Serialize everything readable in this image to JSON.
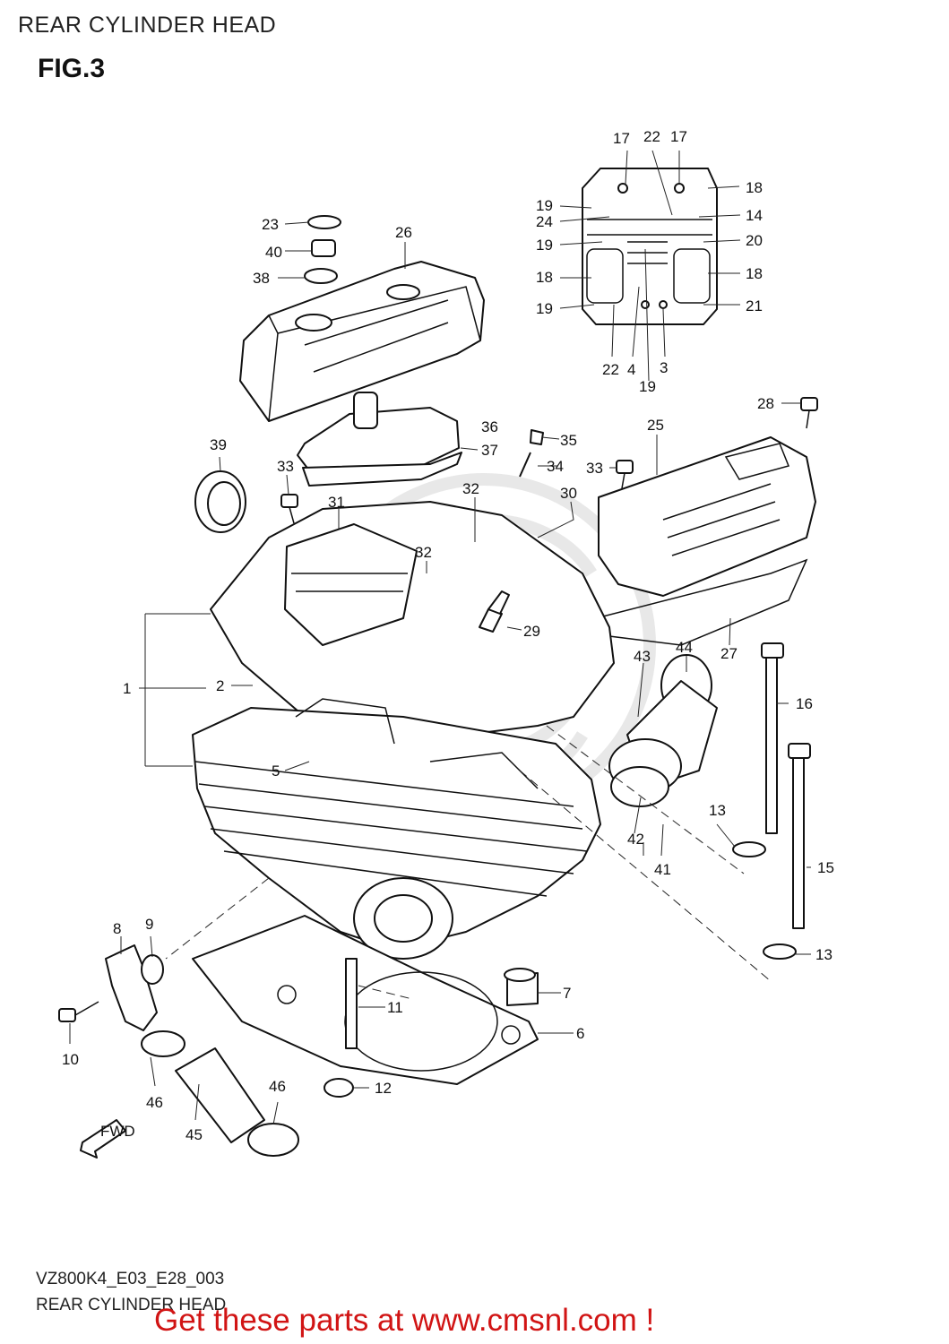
{
  "header": {
    "title": "REAR CYLINDER HEAD",
    "figure": "FIG.3"
  },
  "diagram": {
    "fwd_marker": "FWD",
    "callouts": [
      "17",
      "22",
      "17",
      "18",
      "19",
      "24",
      "14",
      "19",
      "20",
      "18",
      "18",
      "19",
      "21",
      "22",
      "4",
      "3",
      "19",
      "23",
      "40",
      "38",
      "26",
      "28",
      "36",
      "35",
      "37",
      "25",
      "39",
      "33",
      "34",
      "33",
      "32",
      "30",
      "31",
      "32",
      "29",
      "43",
      "44",
      "27",
      "1",
      "2",
      "16",
      "5",
      "13",
      "42",
      "41",
      "15",
      "8",
      "9",
      "13",
      "7",
      "11",
      "6",
      "10",
      "46",
      "12",
      "46",
      "45"
    ]
  },
  "footer": {
    "code": "VZ800K4_E03_E28_003",
    "title": "REAR CYLINDER HEAD",
    "promo": "Get these parts at www.cmsnl.com !"
  }
}
